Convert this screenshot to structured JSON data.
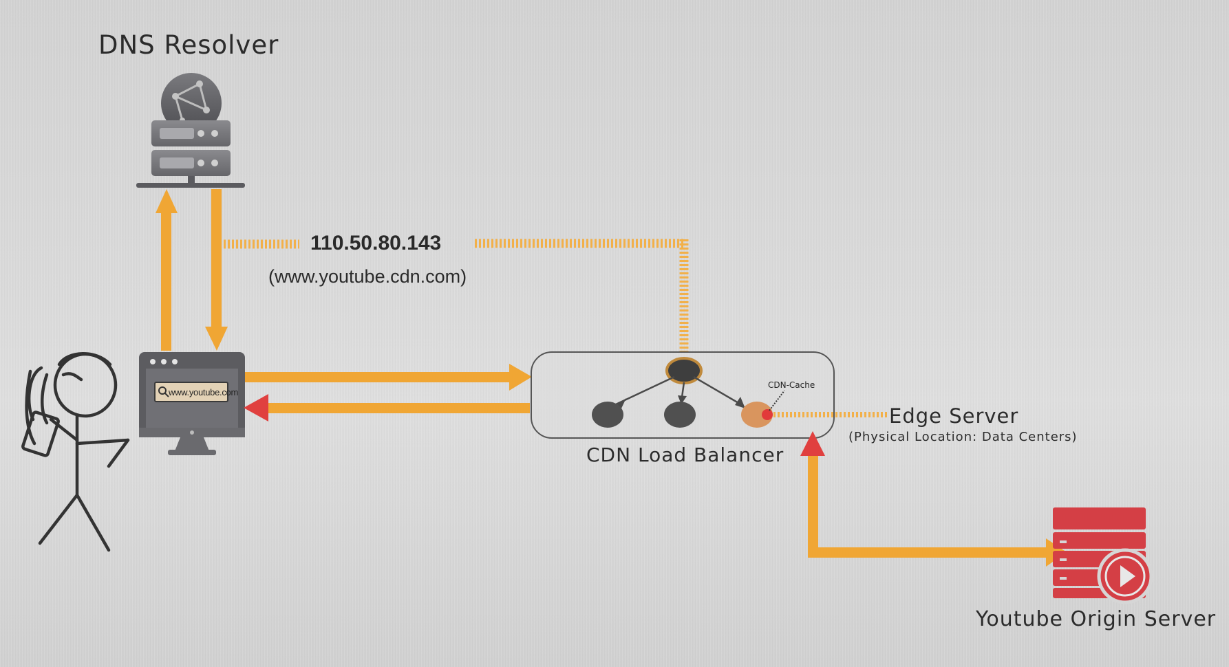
{
  "labels": {
    "dns_resolver": "DNS Resolver",
    "ip_address": "110.50.80.143",
    "cdn_hostname": "(www.youtube.cdn.com)",
    "browser_url": "www.youtube.com",
    "cdn_cache": "CDN-Cache",
    "cdn_load_balancer": "CDN Load Balancer",
    "edge_server": "Edge Server",
    "edge_server_note": "(Physical Location: Data Centers)",
    "origin_server": "Youtube Origin Server"
  },
  "colors": {
    "arrow_orange": "#f0a634",
    "dashed_orange": "#f2b049",
    "server_gray": "#5f5f63",
    "origin_red": "#d43f45",
    "edge_node": "#d9955e",
    "cache_dot": "#e23a3a",
    "node_dark": "#4a4a4a"
  },
  "icons": {
    "dns": "globe-server-icon",
    "user": "stick-figure-icon",
    "browser": "desktop-monitor-icon",
    "origin": "video-server-icon"
  }
}
